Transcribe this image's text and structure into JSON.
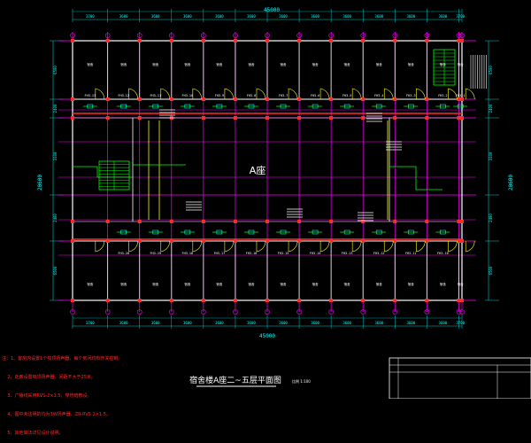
{
  "drawing": {
    "title": "宿舍楼A座二~五层平面图",
    "scale": "比例 1:100",
    "area_label": "A座",
    "overall_dim_top": "45000",
    "overall_dim_bottom": "45000",
    "overall_dim_left": "20600",
    "overall_dim_right": "20600"
  },
  "dims_top": [
    "3700",
    "3600",
    "3600",
    "3600",
    "3600",
    "3600",
    "3600",
    "3600",
    "3600",
    "3600",
    "3600",
    "3600",
    "3700"
  ],
  "dims_bottom": [
    "3700",
    "3600",
    "3600",
    "3600",
    "3600",
    "3600",
    "3600",
    "3600",
    "3600",
    "3600",
    "3600",
    "3600",
    "3700"
  ],
  "dims_left": [
    "6500",
    "2400",
    "3100",
    "2400",
    "6500"
  ],
  "dims_right": [
    "6500",
    "2400",
    "3100",
    "2400",
    "6500"
  ],
  "units_top": [
    "FH3-13",
    "FH3-12",
    "FH3-11",
    "FH3-10",
    "FH3-9",
    "FH3-8",
    "FH3-7",
    "FH3-6",
    "FH3-5",
    "FH3-4",
    "FH3-3",
    "FH3-2",
    "FH3-1"
  ],
  "units_bottom": [
    "FH3-20",
    "FH3-19",
    "FH3-18",
    "FH3-17",
    "FH3-16",
    "FH3-15",
    "FH3-14",
    "FH3-13",
    "FH3-12",
    "FH3-11",
    "FH3-10"
  ],
  "room_label": "宿舍",
  "notes": [
    "注：1、客房内设置1个吸顶扬声器，每个房间均有开关控制。",
    "    2、走廊设置吸顶扬声器，间距不大于25米。",
    "    3、广播线采用RVS-2×1.5，穿管暗敷设。",
    "    4、图中未注明的均为3W扬声器，ZR-RVS 2×1.5。",
    "    5、其他做法详见设计说明。"
  ],
  "colors": {
    "background": "#000000",
    "grid_axis": "#ff00ff",
    "wall": "#ffffff",
    "column": "#ff2a2a",
    "wiring": "#00ff00",
    "door": "#ffff00",
    "dimension": "#00cccc"
  }
}
